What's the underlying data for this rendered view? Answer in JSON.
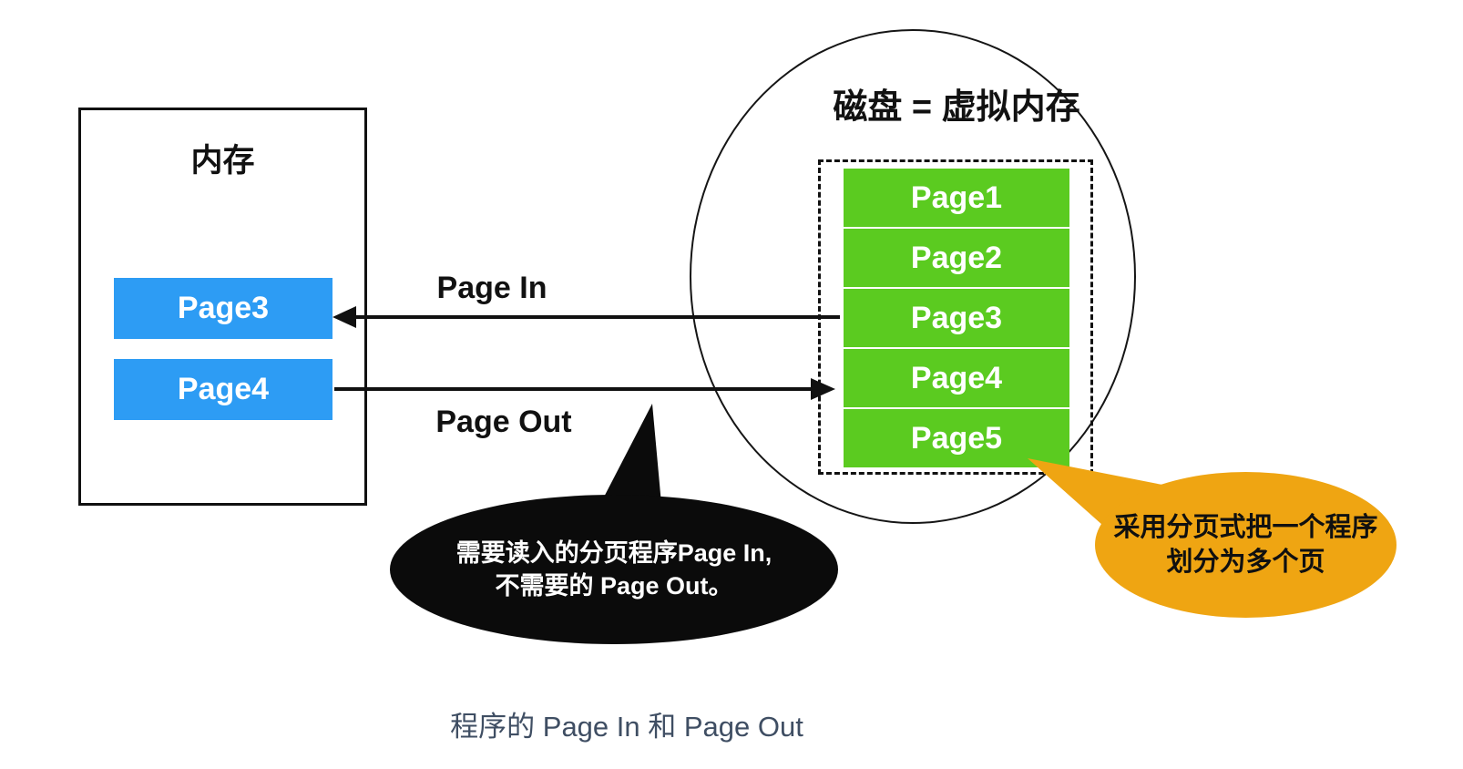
{
  "memory": {
    "title": "内存",
    "pages": [
      "Page3",
      "Page4"
    ]
  },
  "disk": {
    "title": "磁盘 = 虚拟内存",
    "pages": [
      "Page1",
      "Page2",
      "Page3",
      "Page4",
      "Page5"
    ]
  },
  "arrows": {
    "page_in_label": "Page In",
    "page_out_label": "Page Out"
  },
  "callouts": {
    "black": {
      "line1": "需要读入的分页程序Page In,",
      "line2": "不需要的 Page Out。"
    },
    "orange": {
      "line1": "采用分页式把一个程序",
      "line2": "划分为多个页"
    }
  },
  "caption": "程序的 Page In 和 Page Out",
  "colors": {
    "memory_page_blue": "#2d9cf4",
    "disk_page_green": "#5bcb20",
    "callout_black": "#0b0b0b",
    "callout_orange": "#efa512",
    "caption_text": "#3f4e63",
    "line_black": "#111111"
  }
}
